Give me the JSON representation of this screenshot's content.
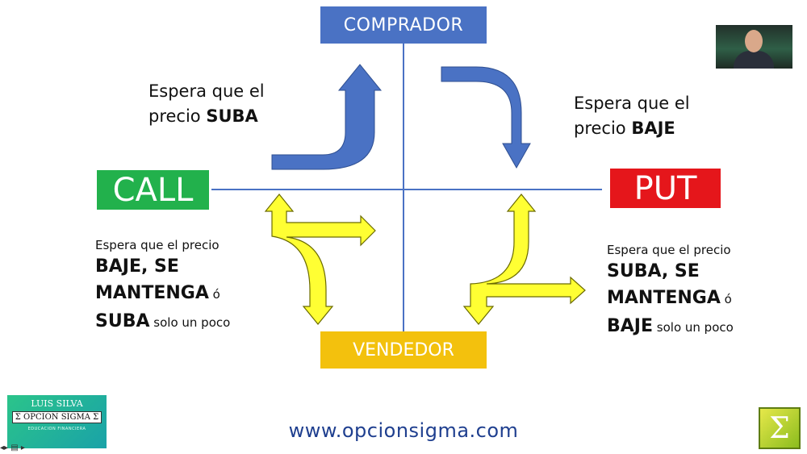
{
  "labels": {
    "comprador": "COMPRADOR",
    "vendedor": "VENDEDOR",
    "call": "CALL",
    "put": "PUT"
  },
  "call_buyer": {
    "line1": "Espera que el",
    "line2_pre": "precio ",
    "line2_bold": "SUBA"
  },
  "put_buyer": {
    "line1": "Espera que el",
    "line2_pre": "precio ",
    "line2_bold": "BAJE"
  },
  "call_seller": {
    "intro": "Espera que el precio",
    "line1": "BAJE, SE",
    "line2_bold": "MANTENGA",
    "line2_small": " ó",
    "line3_bold": "SUBA",
    "line3_small": " solo un poco"
  },
  "put_seller": {
    "intro": "Espera que el precio",
    "line1": "SUBA, SE",
    "line2_bold": "MANTENGA",
    "line2_small": " ó",
    "line3_bold": "BAJE",
    "line3_small": " solo un poco"
  },
  "logo": {
    "name": "LUIS SILVA",
    "brand": "Σ OPCION SIGMA Σ",
    "tagline": "EDUCACION FINANCIERA"
  },
  "website": "www.opcionsigma.com",
  "sigma_symbol": "Σ",
  "nav_controls": "◂▸ ▤ ▸",
  "colors": {
    "comprador": "#4a72c4",
    "vendedor": "#f3c10d",
    "call": "#22b14c",
    "put": "#e5161b",
    "blue_arrow": "#4a72c4",
    "yellow_arrow": "#ffff33"
  },
  "icons": [
    "arrow-up-icon",
    "arrow-down-icon",
    "arrow-multi-icon",
    "webcam-presenter",
    "sigma-icon"
  ]
}
